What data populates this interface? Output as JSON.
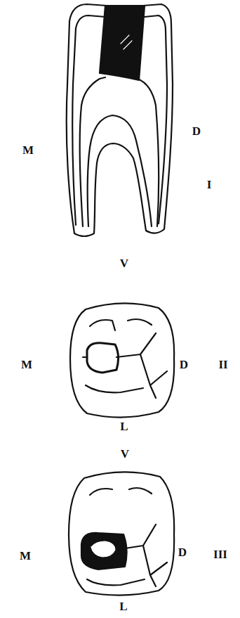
{
  "diagram": {
    "labels": [
      "M",
      "D",
      "I",
      "V",
      "M",
      "D",
      "II",
      "L",
      "V",
      "M",
      "D",
      "III",
      "L"
    ]
  }
}
